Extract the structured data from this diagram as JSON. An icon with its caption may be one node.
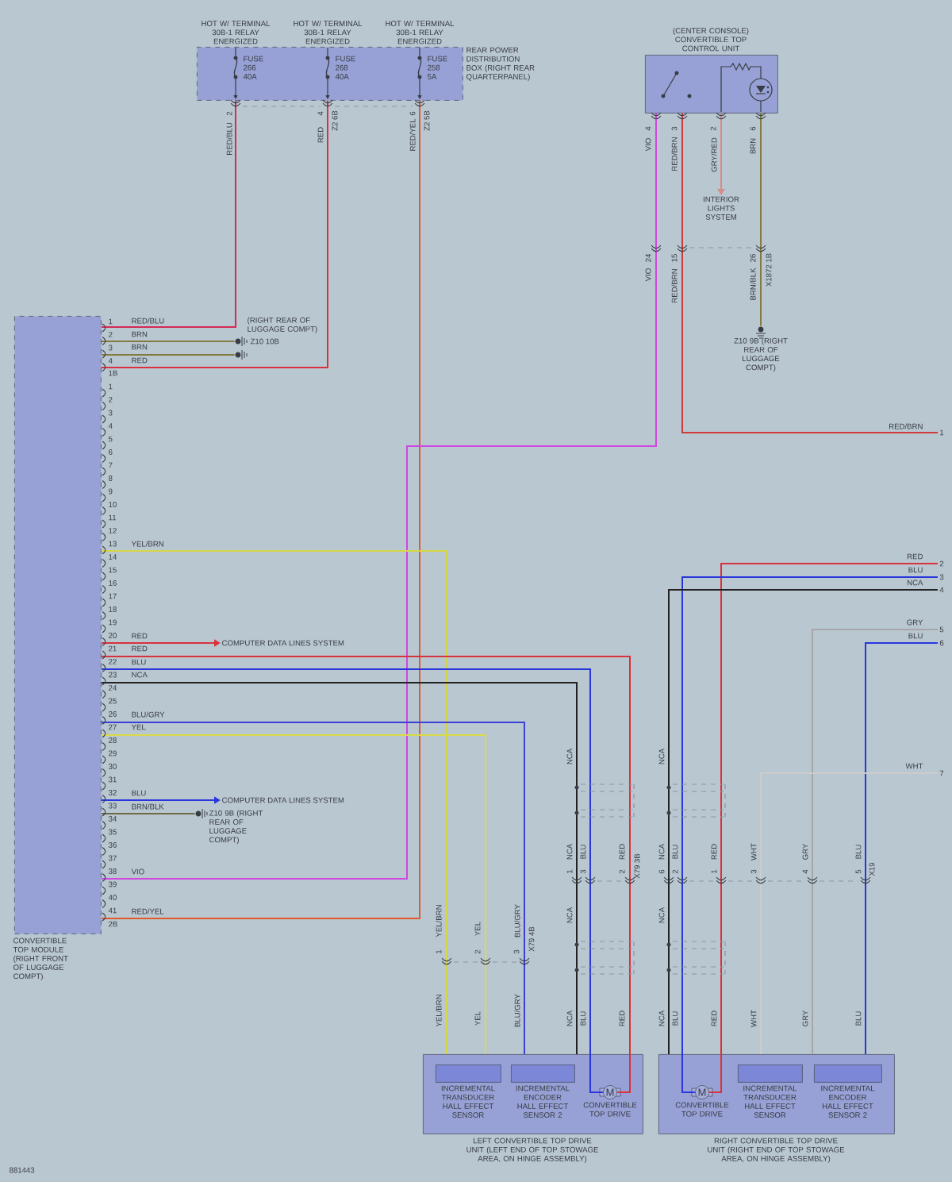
{
  "diagram": {
    "nodes": [
      {
        "text": [
          "REAR POWER DISTRIBUTION BOX (RIGHT REAR QUARTERPANEL)"
        ]
      },
      {
        "text": [
          "FUSE 266 40A"
        ],
        "in": 0,
        "beside": [
          "HOT W/ TERMINAL 30B-1 RELAY ENERGIZED"
        ]
      },
      {
        "text": [
          "FUSE 268 40A"
        ],
        "in": 0,
        "beside": [
          "HOT W/ TERMINAL 30B-1 RELAY ENERGIZED"
        ]
      },
      {
        "text": [
          "FUSE 258 5A"
        ],
        "in": 0,
        "beside": [
          "HOT W/ TERMINAL 30B-1 RELAY ENERGIZED"
        ]
      },
      {
        "text": [
          "(CENTER CONSOLE) CONVERTIBLE TOP CONTROL UNIT"
        ]
      },
      {
        "text": [
          "INTERIOR LIGHTS SYSTEM"
        ]
      },
      {
        "text": [
          "Z10 9B (RIGHT REAR OF LUGGAGE COMPT)"
        ]
      },
      {
        "text": [
          "CONVERTIBLE TOP MODULE (RIGHT FRONT OF LUGGAGE COMPT)"
        ]
      },
      {
        "text": [
          "(RIGHT REAR OF LUGGAGE COMPT)",
          "Z10 10B"
        ]
      },
      {
        "text": [],
        "shape": "ground"
      },
      {
        "text": [
          "COMPUTER DATA LINES SYSTEM"
        ]
      },
      {
        "text": [
          "COMPUTER DATA LINES SYSTEM"
        ]
      },
      {
        "text": [
          "Z10 9B (RIGHT REAR OF LUGGAGE COMPT)"
        ]
      },
      {
        "text": [
          "LEFT CONVERTIBLE TOP DRIVE UNIT (LEFT END OF TOP STOWAGE AREA, ON HINGE ASSEMBLY)"
        ]
      },
      {
        "text": [
          "INCREMENTAL TRANSDUCER HALL EFFECT SENSOR"
        ],
        "in": 13
      },
      {
        "text": [
          "INCREMENTAL ENCODER HALL EFFECT SENSOR 2"
        ],
        "in": 13
      },
      {
        "text": [
          "M",
          "CONVERTIBLE TOP DRIVE"
        ],
        "in": 13
      },
      {
        "text": [
          "RIGHT CONVERTIBLE TOP DRIVE UNIT (RIGHT END OF TOP STOWAGE AREA, ON HINGE ASSEMBLY)"
        ]
      },
      {
        "text": [
          "M",
          "CONVERTIBLE TOP DRIVE"
        ],
        "in": 17
      },
      {
        "text": [
          "INCREMENTAL TRANSDUCER HALL EFFECT SENSOR"
        ],
        "in": 17
      },
      {
        "text": [
          "INCREMENTAL ENCODER HALL EFFECT SENSOR 2"
        ],
        "in": 17
      },
      {
        "text": [
          "1"
        ]
      },
      {
        "text": [
          "2"
        ]
      },
      {
        "text": [
          "3"
        ]
      },
      {
        "text": [
          "4"
        ]
      },
      {
        "text": [
          "5"
        ]
      },
      {
        "text": [
          "6"
        ]
      },
      {
        "text": [
          "7"
        ]
      }
    ],
    "edges": [
      {
        "from": 1,
        "to": 7,
        "arrow": "none",
        "label": "RED/BLU",
        "color": "#d42a55"
      },
      {
        "from": 2,
        "to": 7,
        "arrow": "none",
        "label": "RED",
        "color": "#d9323c"
      },
      {
        "from": 3,
        "to": 7,
        "arrow": "none",
        "label": "RED/YEL",
        "color": "#e05a2c"
      },
      {
        "from": 7,
        "to": 8,
        "arrow": "none",
        "label": "BRN",
        "color": "#857a3e"
      },
      {
        "from": 7,
        "to": 9,
        "arrow": "none",
        "label": "BRN",
        "color": "#857a3e"
      },
      {
        "from": 4,
        "to": 7,
        "arrow": "none",
        "label": "VIO",
        "color": "#d046e0"
      },
      {
        "from": 4,
        "to": 21,
        "arrow": "none",
        "label": "RED/BRN",
        "color": "#d03a3a"
      },
      {
        "from": 4,
        "to": 5,
        "arrow": "to",
        "label": "GRY/RED",
        "color": "#d88a8a"
      },
      {
        "from": 4,
        "to": 6,
        "arrow": "none",
        "label": "BRN",
        "color": "#857a3e"
      },
      {
        "from": 7,
        "to": 10,
        "arrow": "to",
        "label": "RED",
        "color": "#d9323c"
      },
      {
        "from": 7,
        "to": 11,
        "arrow": "to",
        "label": "BLU",
        "color": "#2a36dc"
      },
      {
        "from": 7,
        "to": 12,
        "arrow": "none",
        "label": "BRN/BLK",
        "color": "#6e6a48"
      },
      {
        "from": 7,
        "to": 13,
        "arrow": "none",
        "label": "YEL/BRN",
        "color": "#d6d645"
      },
      {
        "from": 7,
        "to": 13,
        "arrow": "none",
        "label": "YEL",
        "color": "#dada4a"
      },
      {
        "from": 7,
        "to": 13,
        "arrow": "none",
        "label": "BLU/GRY",
        "color": "#3a40d8"
      },
      {
        "from": 7,
        "to": 16,
        "arrow": "none",
        "label": "RED",
        "color": "#d9323c"
      },
      {
        "from": 7,
        "to": 16,
        "arrow": "none",
        "label": "BLU",
        "color": "#2a36dc"
      },
      {
        "from": 7,
        "to": 13,
        "arrow": "none",
        "label": "NCA",
        "color": "#222222"
      },
      {
        "from": 22,
        "to": 18,
        "arrow": "none",
        "label": "RED",
        "color": "#d9323c"
      },
      {
        "from": 23,
        "to": 18,
        "arrow": "none",
        "label": "BLU",
        "color": "#2a36dc"
      },
      {
        "from": 24,
        "to": 17,
        "arrow": "none",
        "label": "NCA",
        "color": "#222222"
      },
      {
        "from": 25,
        "to": 17,
        "arrow": "none",
        "label": "GRY",
        "color": "#a6a6a6"
      },
      {
        "from": 26,
        "to": 17,
        "arrow": "none",
        "label": "BLU",
        "color": "#2a36dc"
      },
      {
        "from": 27,
        "to": 17,
        "arrow": "none",
        "label": "WHT",
        "color": "#cccccc"
      }
    ],
    "labels": [
      "1",
      "2",
      "3",
      "4",
      "1B",
      "1",
      "2",
      "3",
      "4",
      "5",
      "6",
      "7",
      "8",
      "9",
      "10",
      "11",
      "12",
      "13",
      "14",
      "15",
      "16",
      "17",
      "18",
      "19",
      "20",
      "21",
      "22",
      "23",
      "24",
      "25",
      "26",
      "27",
      "28",
      "29",
      "30",
      "31",
      "32",
      "33",
      "34",
      "35",
      "36",
      "37",
      "38",
      "39",
      "40",
      "41",
      "2B",
      "RED/BLU",
      "2",
      "RED",
      "4",
      "Z2 6B",
      "RED/YEL",
      "6",
      "Z2 5B",
      "VIO",
      "4",
      "RED/BRN",
      "3",
      "2",
      "6",
      "VIO",
      "24",
      "RED/BRN",
      "15",
      "BRN/BLK",
      "26",
      "X1872 1B",
      "NCA",
      "NCA",
      "BLU",
      "RED",
      "1",
      "3",
      "2",
      "X79 3B",
      "NCA",
      "YEL/BRN",
      "YEL",
      "BLU/GRY",
      "1",
      "2",
      "3",
      "X79 4B",
      "YEL/BRN",
      "YEL",
      "BLU/GRY",
      "NCA",
      "BLU",
      "RED",
      "NCA",
      "NCA",
      "BLU",
      "RED",
      "WHT",
      "GRY",
      "BLU",
      "6",
      "2",
      "1",
      "3",
      "4",
      "5",
      "X19",
      "NCA",
      "NCA",
      "BLU",
      "RED",
      "WHT",
      "GRY",
      "BLU",
      "881443"
    ]
  }
}
